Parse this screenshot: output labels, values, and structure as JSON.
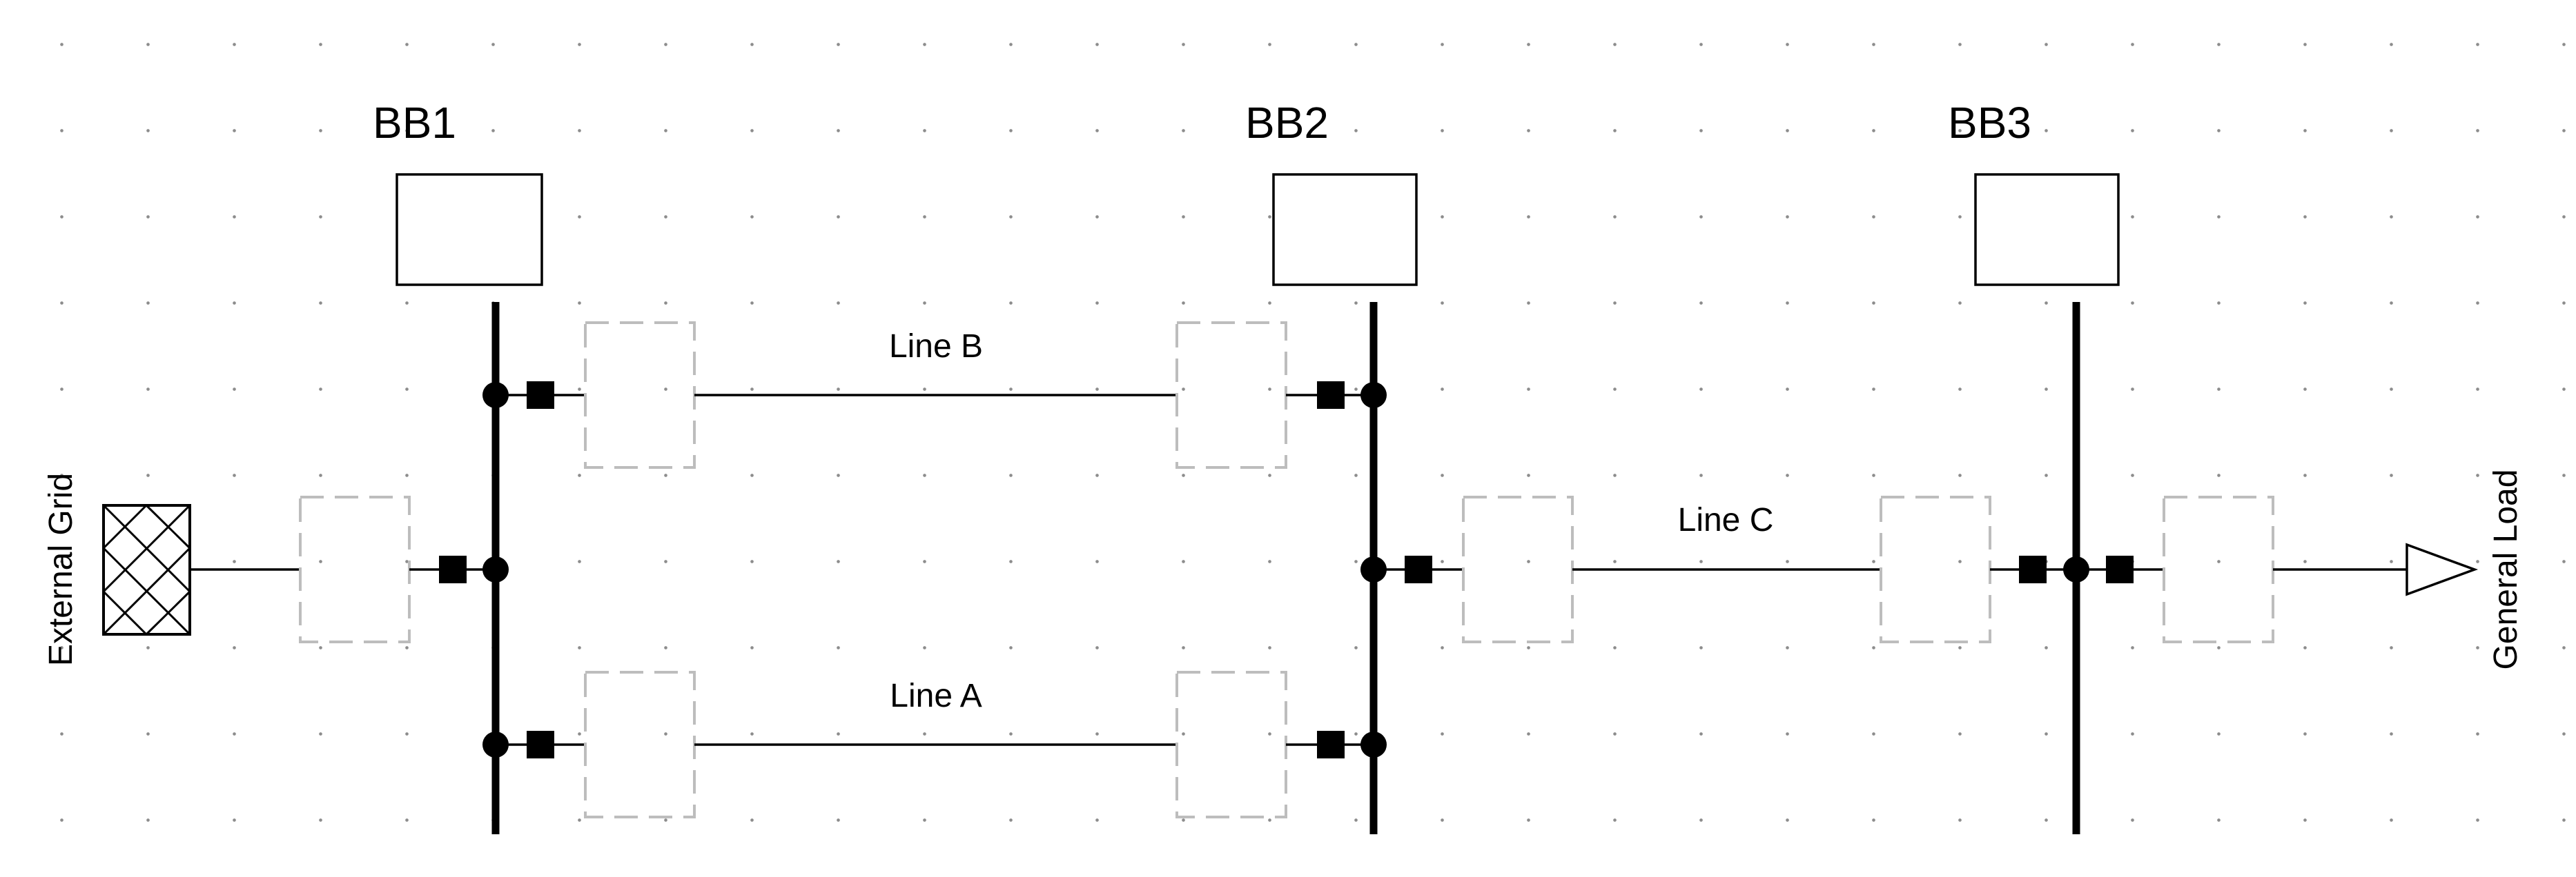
{
  "diagram": {
    "busbars": [
      {
        "id": "bb1",
        "label": "BB1"
      },
      {
        "id": "bb2",
        "label": "BB2"
      },
      {
        "id": "bb3",
        "label": "BB3"
      }
    ],
    "lines": [
      {
        "id": "line-b",
        "label": "Line B",
        "from": "BB1",
        "to": "BB2"
      },
      {
        "id": "line-a",
        "label": "Line A",
        "from": "BB1",
        "to": "BB2"
      },
      {
        "id": "line-c",
        "label": "Line C",
        "from": "BB2",
        "to": "BB3"
      }
    ],
    "external_grid": {
      "label": "External Grid",
      "connects_to": "BB1"
    },
    "load": {
      "label": "General Load",
      "connects_to": "BB3"
    }
  },
  "colors": {
    "wire": "#000000",
    "placeholder_dash": "#bdbdbd",
    "grid_dot": "#8c8c8c",
    "background": "#ffffff"
  }
}
